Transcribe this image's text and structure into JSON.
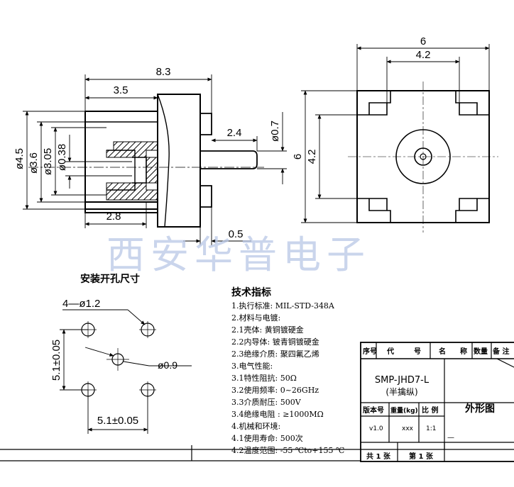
{
  "side_view": {
    "dims": {
      "overall_length": "8.3",
      "body_length": "3.5",
      "pin_length": "2.4",
      "pin_dia": "ø0.7",
      "flange_dia": "ø4.5",
      "body_dia": "ø3.6",
      "bore_dia": "ø3.05",
      "center_pin_dia": "ø0.38",
      "base_length": "2.8",
      "standoff": "0.5"
    }
  },
  "end_view": {
    "dims": {
      "width": "6",
      "pad_pitch_h": "4.2",
      "height": "6",
      "pad_pitch_v": "4.2"
    }
  },
  "watermark": "西安华普电子",
  "footprint": {
    "title": "安装开孔尺寸",
    "holes_label": "4—ø1.2",
    "center_hole_label": "ø0.9",
    "pitch_v": "5.1±0.05",
    "pitch_h": "5.1±0.05"
  },
  "specs": {
    "title": "技术指标",
    "lines": [
      "1.执行标准: MIL-STD-348A",
      "2.材料与电镀:",
      "2.1壳体: 黄铜镀硬金",
      "2.2内导体: 铍青铜镀硬金",
      "2.3绝缘介质: 聚四氟乙烯",
      "3.电气性能:",
      "3.1特性阻抗:  50Ω",
      "3.2使用频率: 0~26GHz",
      "3.3介质耐压:  500V",
      "3.4绝缘电阻 :   ≥1000MΩ",
      "4.机械和环境:",
      "4.1使用寿命: 500次",
      "4.2温度范围: -55 ℃to+155 ℃"
    ]
  },
  "title_block": {
    "header": [
      "序号",
      "代",
      "号",
      "名",
      "称",
      "数量",
      "备 注"
    ],
    "part_number": "SMP-JHD7-L",
    "part_note": "(半擒纵)",
    "drawing_name": "外形图",
    "version_headers": [
      "版本号",
      "重量(kg)",
      "比 例"
    ],
    "version_values": [
      "v1.0",
      "xxx",
      "1:1"
    ],
    "sheet_total": "共 1 张",
    "sheet_no": "第 1 张",
    "dash": "—"
  }
}
